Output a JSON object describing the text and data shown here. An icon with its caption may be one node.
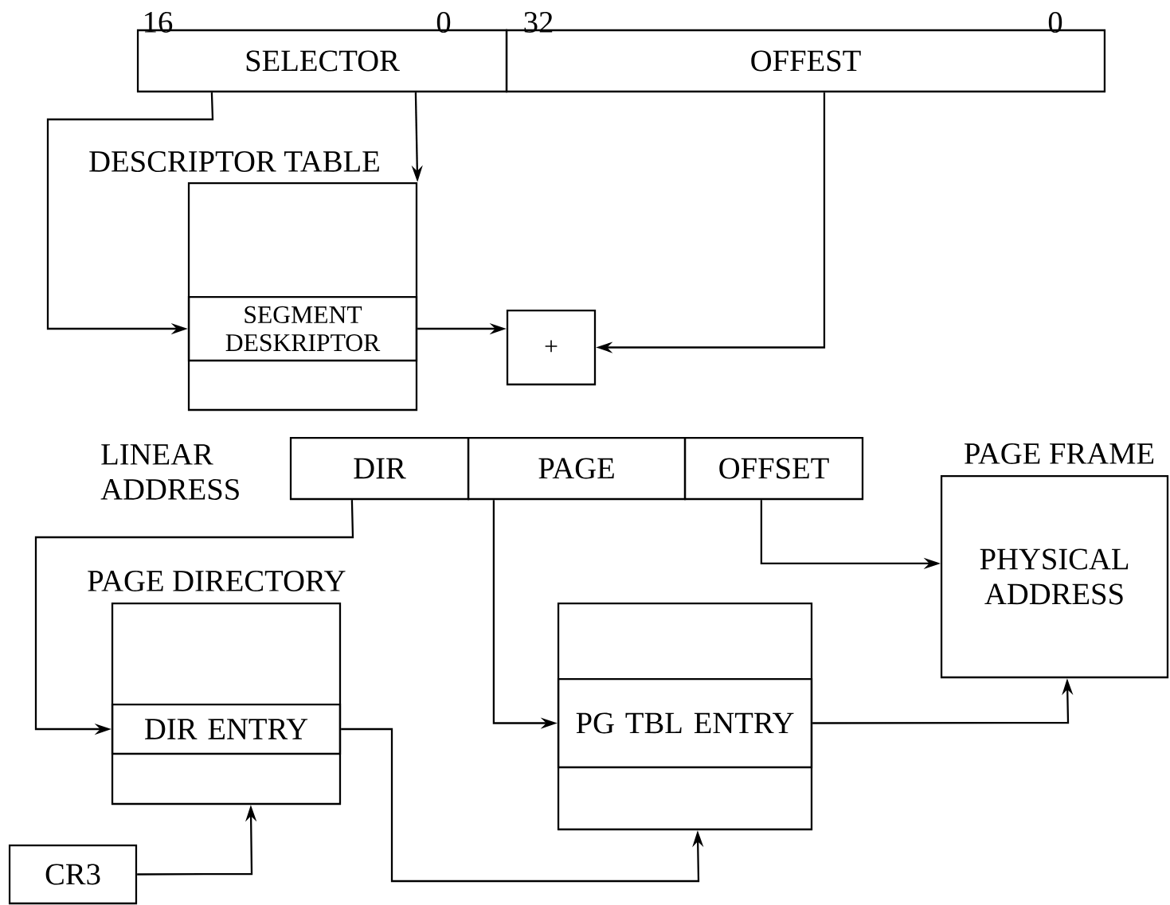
{
  "diagram": {
    "nodes": [
      {
        "text": [
          "SELECTOR"
        ]
      },
      {
        "text": [
          "OFFEST"
        ]
      },
      {
        "text": [
          "DESCRIPTOR TABLE"
        ]
      },
      {
        "text": [
          "SEGMENT DESKRIPTOR"
        ],
        "in": 2
      },
      {
        "text": [
          "+"
        ]
      },
      {
        "text": [
          "DIR"
        ]
      },
      {
        "text": [
          "PAGE"
        ]
      },
      {
        "text": [
          "OFFSET"
        ]
      },
      {
        "text": [
          "PAGE FRAME",
          "PHYSICAL ADDRESS"
        ]
      },
      {
        "text": [
          "PAGE DIRECTORY"
        ]
      },
      {
        "text": [
          "DIR ENTRY"
        ],
        "in": 9
      },
      {
        "text": [],
        "shape": "box"
      },
      {
        "text": [
          "PG TBL ENTRY"
        ],
        "in": 11
      },
      {
        "text": [
          "CR3"
        ]
      }
    ],
    "edges": [
      {
        "from": 0,
        "to": 3,
        "arrow": "to"
      },
      {
        "from": 0,
        "to": 2,
        "arrow": "to"
      },
      {
        "from": 3,
        "to": 4,
        "arrow": "to"
      },
      {
        "from": 1,
        "to": 4,
        "arrow": "to"
      },
      {
        "from": 5,
        "to": 10,
        "arrow": "to"
      },
      {
        "from": 6,
        "to": 12,
        "arrow": "to"
      },
      {
        "from": 7,
        "to": 8,
        "arrow": "to"
      },
      {
        "from": 10,
        "to": 11,
        "arrow": "to"
      },
      {
        "from": 12,
        "to": 8,
        "arrow": "to"
      },
      {
        "from": 13,
        "to": 9,
        "arrow": "to"
      }
    ],
    "labels": [
      "16",
      "0",
      "32",
      "0",
      "LINEAR ADDRESS"
    ]
  }
}
